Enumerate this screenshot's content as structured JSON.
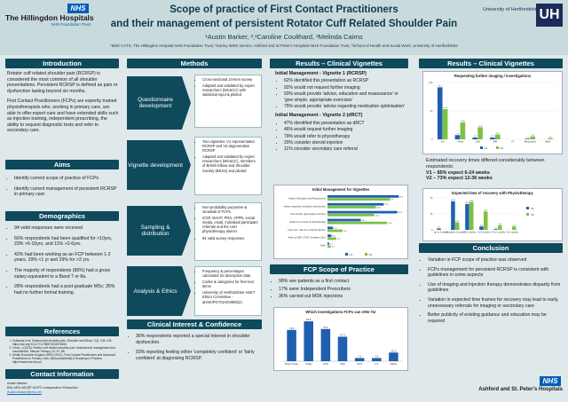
{
  "header": {
    "logo_left_badge": "NHS",
    "logo_left_name": "The Hillingdon Hospitals",
    "logo_left_trust": "NHS Foundation Trust",
    "logo_right_name": "University of Hertfordshire",
    "logo_right_mark": "UH",
    "title_line1": "Scope of practice of First Contact Practitioners",
    "title_line2": "and their management of persistent Rotator Cuff Related Shoulder Pain",
    "authors": "¹Austin Barker, ²,³Caroline Coulthard, ³Melinda Cairns",
    "affiliations": "¹MSK CATS, The Hillingdon Hospital NHS Foundation Trust; ²Surrey iMSK service, Ashford and St Peter's Hospitals NHS Foundation Trust; ³School of Health and Social Work, University of Hertfordshire"
  },
  "intro": {
    "heading": "Introduction",
    "p1": "Rotator cuff related shoulder pain (RCRSP) is considered the most common of all shoulder presentations. Persistent RCRSP is defined as pain or dysfunction lasting beyond six months.",
    "p2": "First Contact Practitioners (FCPs) are expertly trained physiotherapists who, working in primary care, are able to offer expert care and have extended skills such as injection training, independent prescribing, the ability to request diagnostic tests and refer to secondary care."
  },
  "aims": {
    "heading": "Aims",
    "items": [
      "Identify current scope of practice of FCPs",
      "Identify current management of persistent RCRSP in primary care"
    ]
  },
  "demographics": {
    "heading": "Demographics",
    "items": [
      "94 valid responses were received",
      "66% respondents had been qualified for >10yrs, 23% >6-10yrs, and 11% >2-6yrs.",
      "42% had been working as an FCP between 1-2 years, 29% <1 yr and 29% for >2 yrs.",
      "The majority of respondents (86%) had a gross salary equivalent to a Band 7 or 8a.",
      "28% respondents had a post-graduate MSc; 35% had no further formal training."
    ]
  },
  "references": {
    "heading": "References",
    "items": [
      "Kulkarnia et al. Subacromial shoulder pain. Shoulder and Elbow, 7(2), 135–143. https://doi.org/10.1177/1758573215576456",
      "Lewis, J (2016). Rotator cuff related shoulder pain: Assessment, management and uncertainties. Manual Therapy, 23, 57–68.",
      "Health Education England (HEE) (2021). First Contact Practitioners and Advanced Practitioners in Primary Care: (Musculoskeletal) A Roadmap to Practice. https://www.hee.nhs.uk"
    ]
  },
  "contact": {
    "heading": "Contact Information",
    "name": "Austin Barker",
    "role": "BSc MSc MCSP HCPC Independent Prescriber",
    "email": "Austin.barker@nhs.net"
  },
  "methods": {
    "heading": "Methods",
    "rows": [
      {
        "label": "Questionnaire development",
        "items": [
          "Cross-sectional 24-item survey",
          "Adapted and validated by expert researchers (MC&CC) with statistical input & piloted"
        ]
      },
      {
        "label": "Vignette development",
        "items": [
          "Two vignettes: V1 representated RCRSP and V2 degenerative RCRSP",
          "Adapted and validated by expert researchers (MC&CC), members of British Elbow and Shoulder Society (BESS) and piloted"
        ]
      },
      {
        "label": "Sampling & distribution",
        "items": [
          "Non-probability purposive & snowball of FCPs",
          "iCSP, MACP, PRS, APPN, social media, email, individual participant referrals and the UoH physiotherapy alumni",
          "94 valid survey responses"
        ]
      },
      {
        "label": "Analysis & Ethics",
        "items": [
          "Frequency & percentages calculated for descriptive data",
          "Codes & categories for free-text items",
          "University of Hertfordshire HSET Ethics Committee - aHSK/PGT/UH/04950(2)"
        ]
      }
    ]
  },
  "clinical_interest": {
    "heading": "Clinical Interest & Confidence",
    "items": [
      "36% respondents reported a special interest in shoulder dysfunction.",
      "93% reporting feeling either 'completely confident' or 'fairly confident' at diagnosing RCRSP."
    ]
  },
  "vignettes_mid": {
    "heading": "Results – Clinical Vignettes",
    "v1_title": "Initial Management - Vignette 1 (RCRSP)",
    "v1_items": [
      "62% identified this presentation as RCRSP",
      "92% would not request further imaging",
      "93% would provide 'advice, education and reassurance' or 'give simple, appropriate exercises'",
      "75% would provide 'advice regarding medication optimisation'"
    ],
    "v2_title": "Initial Management - Vignette 2 (dRCT)",
    "v2_items": [
      "47% identified this presentation as dRCT",
      "46% would request further imaging",
      "79% would refer to physiotherapy",
      "20% consider steroid injection",
      "11% consider secondary care referral"
    ]
  },
  "fcp_scope": {
    "heading": "FCP Scope of Practice",
    "items": [
      "98% see patients as a first contact",
      "17% were Independent Prescribers",
      "36% carried out MSK injections"
    ]
  },
  "vignettes_right": {
    "heading": "Results – Clinical Vignettes",
    "recovery_intro": "Estimated recovery times differed considerably between respondents:",
    "v1_line": "V1 – 85% expect 6-24 weeks",
    "v2_line": "V2 – 73% expect 12-36 weeks",
    "v1_bold": "V1",
    "v2_bold": "V2"
  },
  "conclusion": {
    "heading": "Conclusion",
    "items": [
      "Variation in FCP scope of practice was observed",
      "FCPs management for persistent RCRSP is consistent with guidelines in some aspects",
      "Use of imaging and injection therapy demonstrates disparity from guidelines",
      "Variation in expected time frames for recovery may lead to early, unnecessary referrals for imaging or secondary care",
      "Better publicity of existing guidance and education may be required"
    ]
  },
  "footer": {
    "badge": "NHS",
    "trust": "Ashford and St. Peter's Hospitals"
  },
  "chart_data": [
    {
      "id": "initial-management",
      "type": "bar",
      "orientation": "horizontal",
      "title": "Initial Management for Vignettes",
      "categories": [
        "Advice, Education and Reassurance",
        "Advice regarding medication optimisation",
        "Give simple, appropriate exercises",
        "Refer for a course of physiotherapy",
        "Carry out / refer for a steroid injection",
        "Refer to MSK CATS / Interface Clinic",
        "Other"
      ],
      "series": [
        {
          "name": "V1",
          "color": "#1f5fae",
          "values": [
            95.7,
            75.5,
            93.6,
            44.7,
            7.4,
            5.3,
            2.1
          ]
        },
        {
          "name": "V2",
          "color": "#7cc142",
          "values": [
            84.0,
            64.9,
            62.8,
            79.8,
            20.2,
            11.7,
            4.3
          ]
        }
      ],
      "xlim": [
        0,
        100
      ]
    },
    {
      "id": "injections",
      "type": "bar",
      "title": "Which investigations FCPs can refer for",
      "categories": [
        "Blood Tests",
        "X-Ray",
        "USS",
        "MRI",
        "NCS",
        "CT",
        "DEXA"
      ],
      "series": [
        {
          "name": "",
          "color": "#1f5fae",
          "values": [
            73.4,
            93.6,
            75.5,
            57.4,
            7.4,
            7.4,
            20.2
          ]
        }
      ],
      "ylim": [
        0,
        100
      ]
    },
    {
      "id": "further-imaging",
      "type": "bar",
      "title": "Requesting further imaging / investigations",
      "categories": [
        "No",
        "X-Ray",
        "USS",
        "MRI",
        "CT",
        "Blood tests",
        "Other"
      ],
      "series": [
        {
          "name": "V1",
          "color": "#1f5fae",
          "values": [
            91.5,
            7.4,
            3.2,
            3.2,
            0,
            1.1,
            0
          ]
        },
        {
          "name": "V2",
          "color": "#7cc142",
          "values": [
            53.2,
            29.8,
            21.3,
            8.5,
            0,
            5.3,
            2.1
          ]
        }
      ],
      "ylim": [
        0,
        100
      ]
    },
    {
      "id": "recovery",
      "type": "bar",
      "title": "Expected time of recovery with Physiotherapy",
      "categories": [
        "Up to 6 weeks",
        ">6 weeks-3 months",
        ">3-6 months",
        ">6-9 months",
        ">9-12 months",
        ">12 months"
      ],
      "series": [
        {
          "name": "V1",
          "color": "#1f5fae",
          "values": [
            2.1,
            44.7,
            40.4,
            5.3,
            1.1,
            0
          ]
        },
        {
          "name": "V2",
          "color": "#7cc142",
          "values": [
            0,
            11.7,
            43.6,
            28.7,
            7.4,
            5.3
          ]
        }
      ],
      "ylim": [
        0,
        50
      ]
    }
  ]
}
